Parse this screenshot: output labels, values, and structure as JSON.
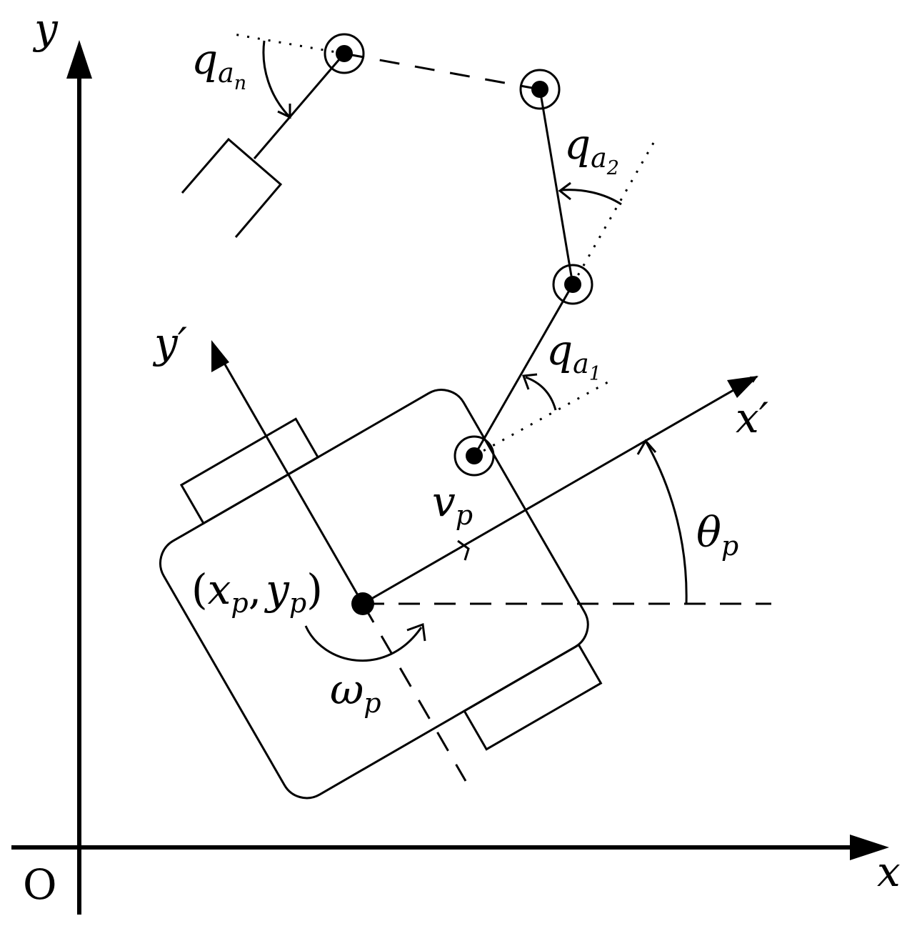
{
  "diagram": {
    "labels": {
      "origin": "O",
      "x_axis": "x",
      "y_axis": "y",
      "x_prime": "x′",
      "y_prime": "y′",
      "v_p": {
        "base": "v",
        "sub": "p"
      },
      "theta_p": {
        "base": "θ",
        "sub": "p"
      },
      "omega_p": {
        "base": "ω",
        "sub": "p"
      },
      "platform_position": {
        "open": "(",
        "x": "x",
        "x_sub": "p",
        "comma": ",",
        "y": "y",
        "y_sub": "p",
        "close": ")"
      },
      "q_a1": {
        "base": "q",
        "sub": "a",
        "subsub": "1"
      },
      "q_a2": {
        "base": "q",
        "sub": "a",
        "subsub": "2"
      },
      "q_an": {
        "base": "q",
        "sub": "a",
        "subsub": "n"
      }
    },
    "colors": {
      "ink": "#000000",
      "background": "#ffffff"
    }
  }
}
